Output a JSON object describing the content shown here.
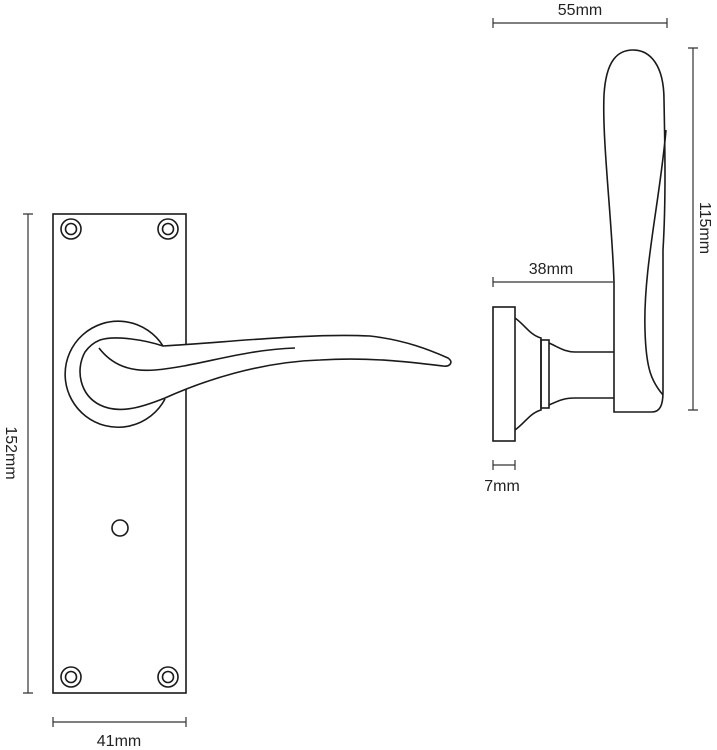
{
  "dimensions": {
    "plate_height": "152mm",
    "plate_width": "41mm",
    "projection": "55mm",
    "lever_length": "115mm",
    "lever_offset": "38mm",
    "rose_thickness": "7mm"
  },
  "colors": {
    "line": "#1a1a1a",
    "background": "#ffffff"
  }
}
